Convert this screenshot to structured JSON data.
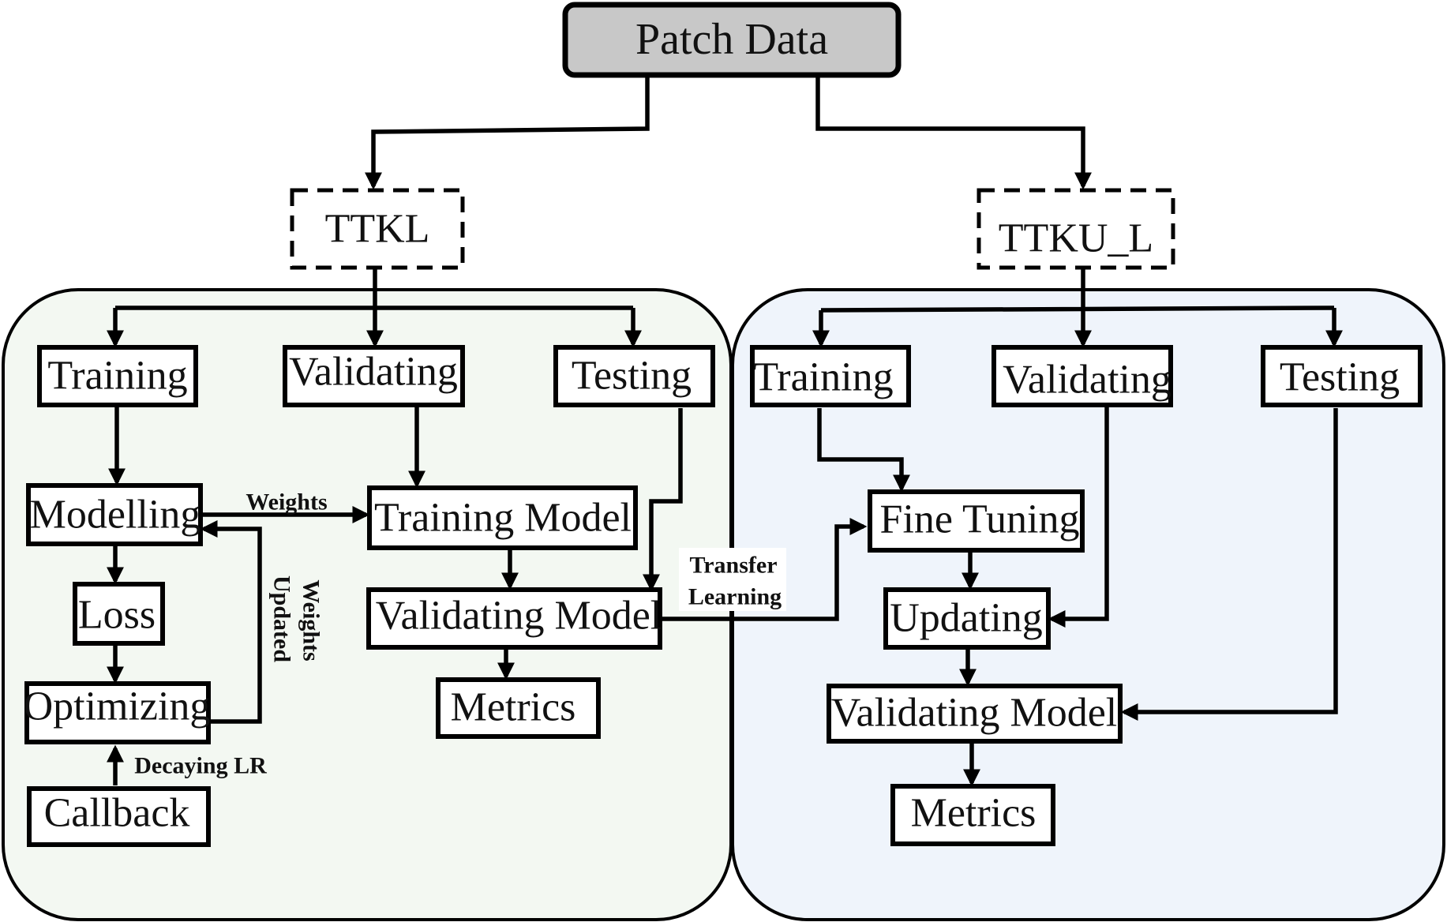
{
  "source": {
    "label": "Patch Data"
  },
  "ttkl": {
    "label": "TTKL",
    "label_color": "#375623",
    "panel_color": "#f3f8f2",
    "nodes": {
      "training": "Training",
      "validating": "Validating",
      "testing": "Testing",
      "modelling": "Modelling",
      "training_model": "Training Model",
      "loss": "Loss",
      "validating_model": "Validating Model",
      "optimizing": "Optimizing",
      "metrics": "Metrics",
      "callback": "Callback"
    },
    "edge_labels": {
      "weights": "Weights",
      "updated_weights_line1": "Updated",
      "updated_weights_line2": "Weights",
      "decaying_lr": "Decaying LR"
    }
  },
  "ttku_l": {
    "label": "TTKU_L",
    "label_color": "#2f5597",
    "panel_color": "#eff4fb",
    "nodes": {
      "training": "Training",
      "validating": "Validating",
      "testing": "Testing",
      "fine_tuning": "Fine Tuning",
      "updating": "Updating",
      "validating_model": "Validating Model",
      "metrics": "Metrics"
    }
  },
  "transfer": {
    "line1": "Transfer",
    "line2": "Learning"
  }
}
